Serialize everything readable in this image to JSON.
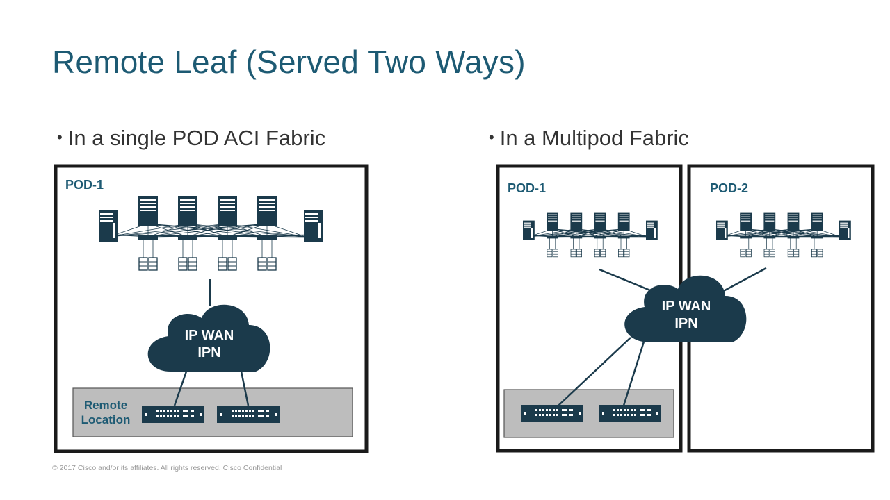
{
  "title": "Remote Leaf (Served Two Ways)",
  "left_panel": {
    "bullet": "In a single POD ACI Fabric",
    "pod_label": "POD-1",
    "cloud_line1": "IP WAN",
    "cloud_line2": "IPN",
    "remote_line1": "Remote",
    "remote_line2": "Location"
  },
  "right_panel": {
    "bullet": "In a Multipod Fabric",
    "pod1_label": "POD-1",
    "pod2_label": "POD-2",
    "cloud_line1": "IP WAN",
    "cloud_line2": "IPN"
  },
  "footer": "© 2017  Cisco and/or its affiliates. All rights reserved.   Cisco Confidential",
  "colors": {
    "title": "#1d5a73",
    "device": "#1b3a4b",
    "remote_box": "#bdbdbd",
    "frame": "#1a1a1a"
  }
}
